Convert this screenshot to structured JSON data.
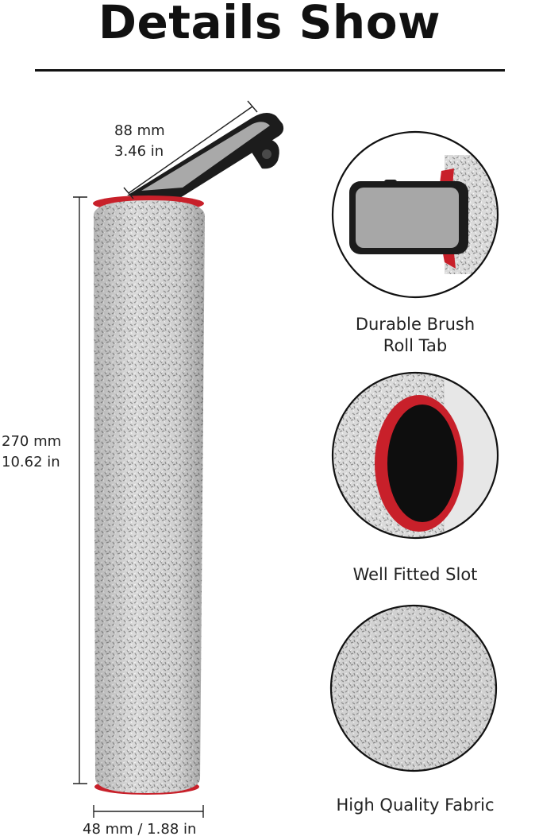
{
  "header": {
    "title": "Details Show"
  },
  "dimensions": {
    "tab_width_mm": "88 mm",
    "tab_width_in": "3.46 in",
    "height_mm": "270 mm",
    "height_in": "10.62 in",
    "diameter": "48 mm / 1.88 in"
  },
  "details": [
    {
      "caption_line1": "Durable Brush",
      "caption_line2": "Roll Tab"
    },
    {
      "caption_line1": "Well Fitted Slot"
    },
    {
      "caption_line1": "High Quality Fabric"
    }
  ],
  "colors": {
    "fabric": "#d9d9d9",
    "fabric_dark": "#9a9a9a",
    "accent_red": "#c8202a",
    "tab_black": "#1c1c1c",
    "tab_gray": "#a7a7a7",
    "text": "#111111"
  }
}
